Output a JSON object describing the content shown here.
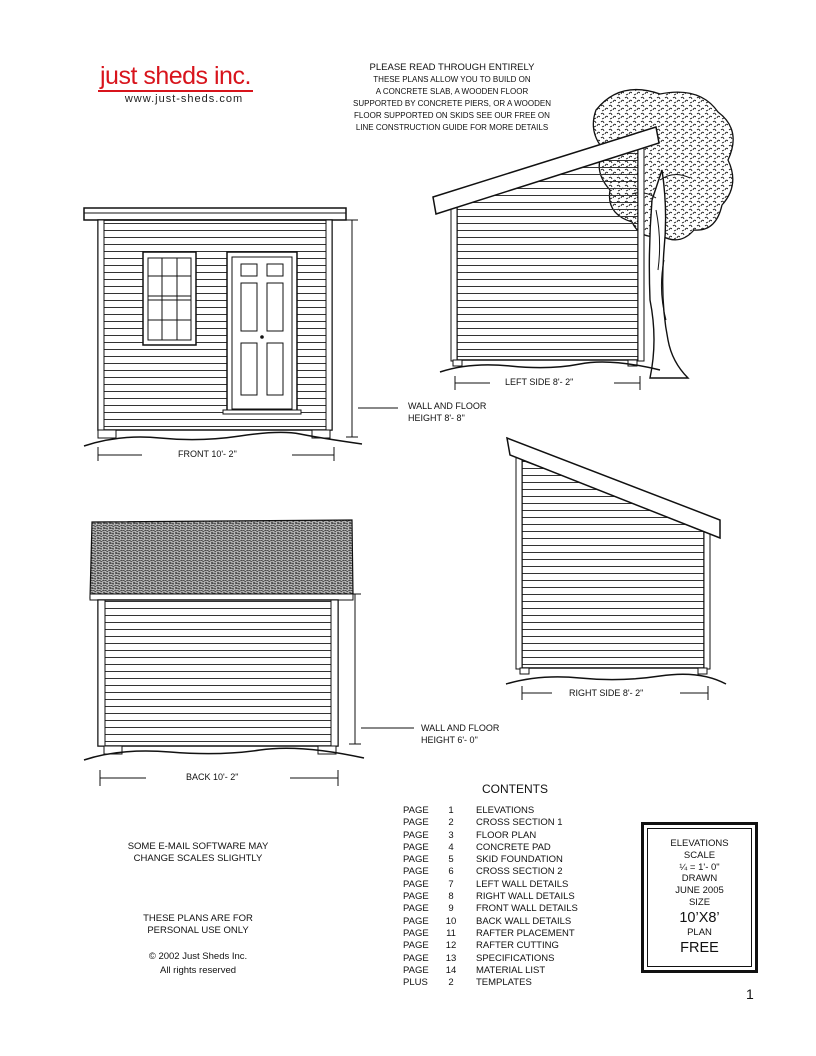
{
  "logo": {
    "name": "just sheds inc.",
    "url": "www.just-sheds.com"
  },
  "notice": {
    "heading": "PLEASE READ THROUGH ENTIRELY",
    "lines": [
      "THESE PLANS ALLOW YOU TO BUILD ON",
      "A CONCRETE SLAB, A WOODEN FLOOR",
      "SUPPORTED BY CONCRETE PIERS, OR A WOODEN",
      "FLOOR SUPPORTED ON SKIDS SEE OUR FREE ON",
      "LINE CONSTRUCTION GUIDE FOR MORE DETAILS"
    ]
  },
  "drawings": {
    "front": "FRONT  10'- 2\"",
    "left_side": "LEFT SIDE  8'- 2\"",
    "right_side": "RIGHT SIDE  8'- 2\"",
    "back": "BACK  10'- 2\"",
    "front_height": [
      "WALL AND FLOOR",
      "HEIGHT  8'- 8\""
    ],
    "back_height": [
      "WALL AND FLOOR",
      "HEIGHT  6'- 0\""
    ]
  },
  "contents": {
    "title": "CONTENTS",
    "rows": [
      {
        "prefix": "PAGE",
        "num": "1",
        "title": "ELEVATIONS"
      },
      {
        "prefix": "PAGE",
        "num": "2",
        "title": "CROSS SECTION 1"
      },
      {
        "prefix": "PAGE",
        "num": "3",
        "title": "FLOOR PLAN"
      },
      {
        "prefix": "PAGE",
        "num": "4",
        "title": "CONCRETE PAD"
      },
      {
        "prefix": "PAGE",
        "num": "5",
        "title": "SKID FOUNDATION"
      },
      {
        "prefix": "PAGE",
        "num": "6",
        "title": "CROSS SECTION 2"
      },
      {
        "prefix": "PAGE",
        "num": "7",
        "title": "LEFT WALL DETAILS"
      },
      {
        "prefix": "PAGE",
        "num": "8",
        "title": "RIGHT WALL DETAILS"
      },
      {
        "prefix": "PAGE",
        "num": "9",
        "title": "FRONT WALL DETAILS"
      },
      {
        "prefix": "PAGE",
        "num": "10",
        "title": "BACK WALL DETAILS"
      },
      {
        "prefix": "PAGE",
        "num": "11",
        "title": "RAFTER PLACEMENT"
      },
      {
        "prefix": "PAGE",
        "num": "12",
        "title": "RAFTER CUTTING"
      },
      {
        "prefix": "PAGE",
        "num": "13",
        "title": "SPECIFICATIONS"
      },
      {
        "prefix": "PAGE",
        "num": "14",
        "title": "MATERIAL LIST"
      },
      {
        "prefix": "PLUS",
        "num": "2",
        "title": "TEMPLATES"
      }
    ]
  },
  "notes": {
    "email": [
      "SOME E-MAIL SOFTWARE MAY",
      "CHANGE SCALES SLIGHTLY"
    ],
    "personal": [
      "THESE PLANS ARE FOR",
      "PERSONAL USE ONLY"
    ],
    "copyright": [
      "© 2002  Just  Sheds  Inc.",
      "All rights reserved"
    ]
  },
  "title_block": {
    "line1": "ELEVATIONS",
    "line2": "SCALE",
    "line3": "¼ = 1'- 0\"",
    "line4": "DRAWN",
    "line5": "JUNE    2005",
    "line6": "SIZE",
    "size": "10’X8’",
    "line8": "PLAN",
    "price": "FREE"
  },
  "page_number": "1"
}
